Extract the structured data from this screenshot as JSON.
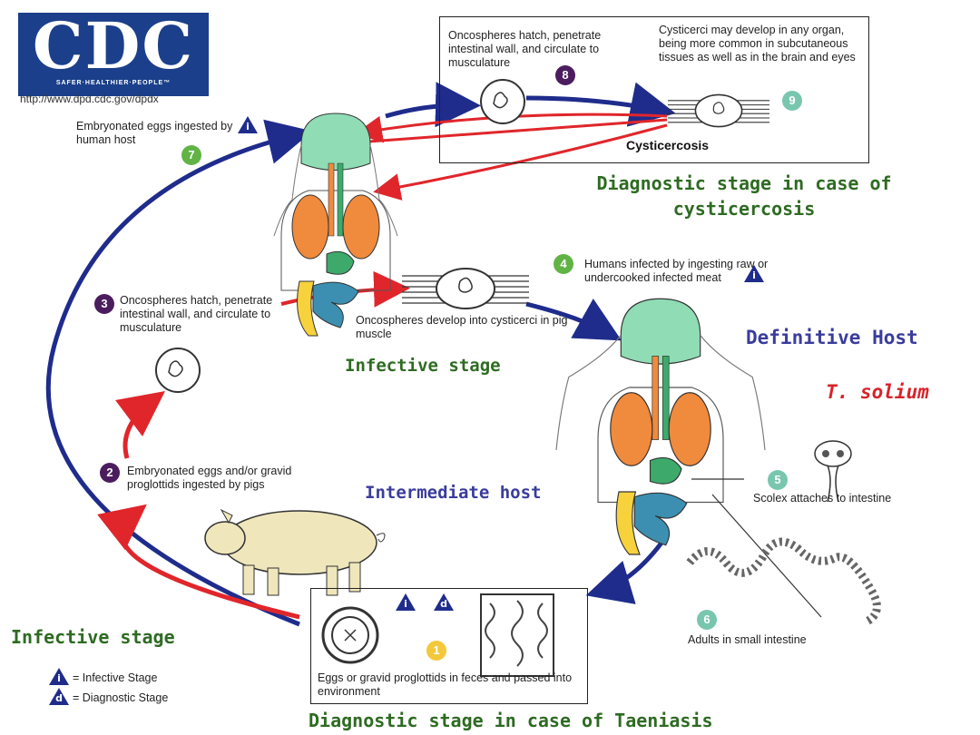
{
  "header": {
    "logo_text": "CDC",
    "logo_tagline": "SAFER·HEALTHIER·PEOPLE™",
    "url": "http://www.dpd.cdc.gov/dpdx"
  },
  "steps": {
    "s1": {
      "num": "1",
      "text": "Eggs or gravid proglottids in feces and passed into environment"
    },
    "s2": {
      "num": "2",
      "text": "Embryonated eggs and/or gravid proglottids ingested by pigs"
    },
    "s3": {
      "num": "3",
      "text": "Oncospheres hatch, penetrate intestinal wall, and circulate to musculature"
    },
    "s3b": {
      "text": "Oncospheres develop into cysticerci in pig muscle"
    },
    "s4": {
      "num": "4",
      "text": "Humans infected by ingesting raw or undercooked infected meat"
    },
    "s5": {
      "num": "5",
      "text": "Scolex attaches to intestine"
    },
    "s6": {
      "num": "6",
      "text": "Adults in small intestine"
    },
    "s7": {
      "num": "7",
      "text": "Embryonated eggs ingested by human host"
    },
    "s8": {
      "num": "8",
      "text": "Oncospheres hatch, penetrate intestinal wall, and circulate to musculature"
    },
    "s9": {
      "num": "9",
      "text": "Cysticerci may develop in any organ, being more common in subcutaneous tissues as well as in the brain and eyes"
    }
  },
  "labels": {
    "cysticercosis": "Cysticercosis",
    "diag_cysticercosis": "Diagnostic stage in case of cysticercosis",
    "infective_stage_mid": "Infective stage",
    "infective_stage_left": "Infective stage",
    "definitive_host": "Definitive Host",
    "species": "T. solium",
    "intermediate_host": "Intermediate host",
    "diag_taeniasis": "Diagnostic stage in case of Taeniasis"
  },
  "legend": {
    "infective": {
      "symbol": "i",
      "text": "= Infective Stage"
    },
    "diagnostic": {
      "symbol": "d",
      "text": "= Diagnostic Stage"
    }
  },
  "colors": {
    "blue_arrow": "#1f2c8c",
    "red_arrow": "#e0262b",
    "green_text": "#2e6b22",
    "blue_text": "#3a3c9c",
    "species_red": "#d8232a",
    "lung": "#f08a3c",
    "stomach": "#3daa6b",
    "brain": "#8fdcb5",
    "intestine_small": "#3c8fb0",
    "intestine_large": "#f7d23c"
  }
}
